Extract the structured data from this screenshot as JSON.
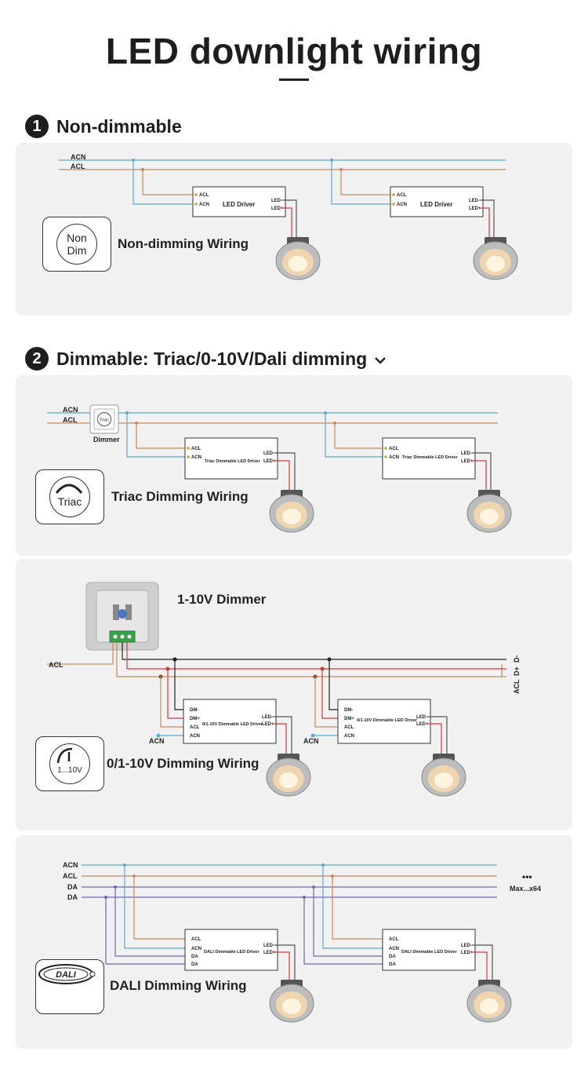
{
  "title": "LED downlight wiring",
  "sections": {
    "s1": {
      "number": "1",
      "label": "Non-dimmable"
    },
    "s2": {
      "number": "2",
      "label": "Dimmable: Triac/0-10V/Dali dimming"
    }
  },
  "non_dim": {
    "wires": [
      "ACN",
      "ACL"
    ],
    "driver_label": "LED Driver",
    "pins_in": [
      "ACL",
      "ACN"
    ],
    "pins_out": [
      "LED-",
      "LED+"
    ],
    "icon_lines": [
      "Non",
      "Dim"
    ],
    "wiring_label": "Non-dimming Wiring"
  },
  "triac": {
    "wires": [
      "ACN",
      "ACL"
    ],
    "dimmer_label": "Dimmer",
    "dimmer_icon_text": "Triac",
    "driver_label": "Triac Dimmable LED Driver",
    "pins_in": [
      "ACL",
      "ACN"
    ],
    "pins_out": [
      "LED-",
      "LED+"
    ],
    "icon_text": "Triac",
    "wiring_label": "Triac Dimming Wiring"
  },
  "zero_ten": {
    "dimmer_title": "1-10V Dimmer",
    "acl_label": "ACL",
    "acn_label": "ACN",
    "right_labels": [
      "D-",
      "D+",
      "ACL"
    ],
    "driver_label": "0/1-10V Dimmable LED Driver",
    "pins_in": [
      "DM-",
      "DM+",
      "ACL",
      "ACN"
    ],
    "pins_out": [
      "LED-",
      "LED+"
    ],
    "icon_text": "1...10V",
    "wiring_label": "0/1-10V Dimming Wiring"
  },
  "dali": {
    "wires": [
      "ACN",
      "ACL",
      "DA",
      "DA"
    ],
    "ellipsis": "•••",
    "max_label": "Max...x64",
    "driver_label": "DALI Dimmable LED Driver",
    "pins_in": [
      "ACL",
      "ACN",
      "DA",
      "DA"
    ],
    "pins_out": [
      "LED-",
      "LED+"
    ],
    "icon_text": "DALI",
    "wiring_label": "DALI Dimming Wiring"
  },
  "colors": {
    "neutral_wire": "#5aa9d6",
    "live_wire": "#c98a5e",
    "dali_wire": "#6a6ab8",
    "led_minus": "#555555",
    "led_plus": "#d23a3a",
    "panel_bg": "#f1f1f1"
  }
}
